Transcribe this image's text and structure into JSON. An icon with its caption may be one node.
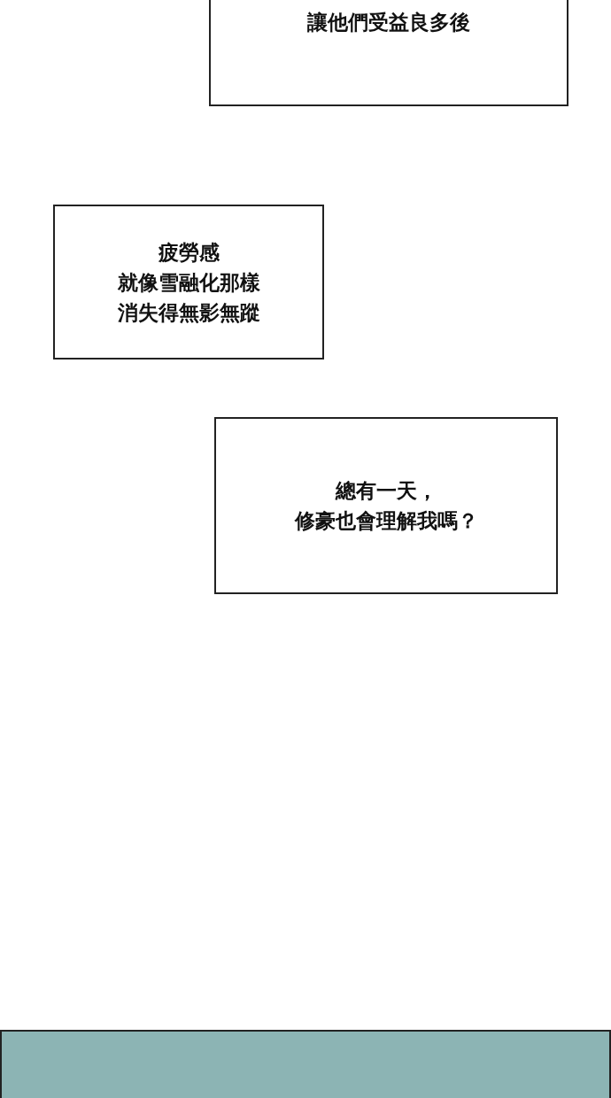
{
  "diagram": {
    "nodes": [
      {
        "text": [
          "讓他們受益良多後"
        ]
      },
      {
        "text": [
          "疲勞感就像雪融化那樣消失得無影無蹤"
        ]
      },
      {
        "text": [
          "總有一天，修豪也會理解我嗎？"
        ]
      },
      {
        "text": [],
        "shape": "box"
      }
    ]
  }
}
